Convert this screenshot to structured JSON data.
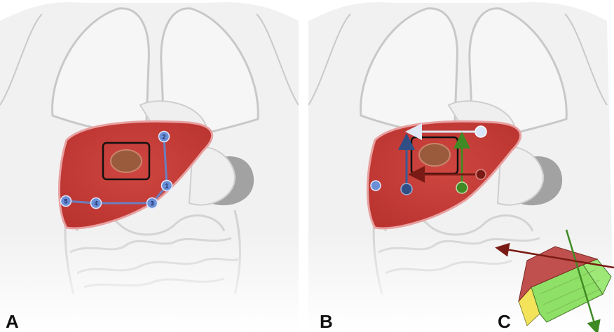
{
  "figure": {
    "panels": [
      {
        "label": "A"
      },
      {
        "label": "B"
      }
    ],
    "panel_c_label": "C",
    "point_numbers": [
      "1",
      "2",
      "3",
      "4",
      "5"
    ],
    "colors": {
      "liver": "#c8413c",
      "tumor": "#9a5a3c",
      "body_outline": "#bdbdbd",
      "organ_outline": "#d0d0d0",
      "stomach_gray": "#9a9a9a",
      "marker_blue": "#6b8fd6",
      "arrow_light": "#dfe8f4",
      "arrow_navy": "#2f4f86",
      "arrow_green": "#3f8a24",
      "arrow_darkred": "#7a1a14",
      "cube_red": "#c0504d",
      "cube_green": "#8fe066",
      "cube_yellow": "#f3e35a"
    }
  }
}
